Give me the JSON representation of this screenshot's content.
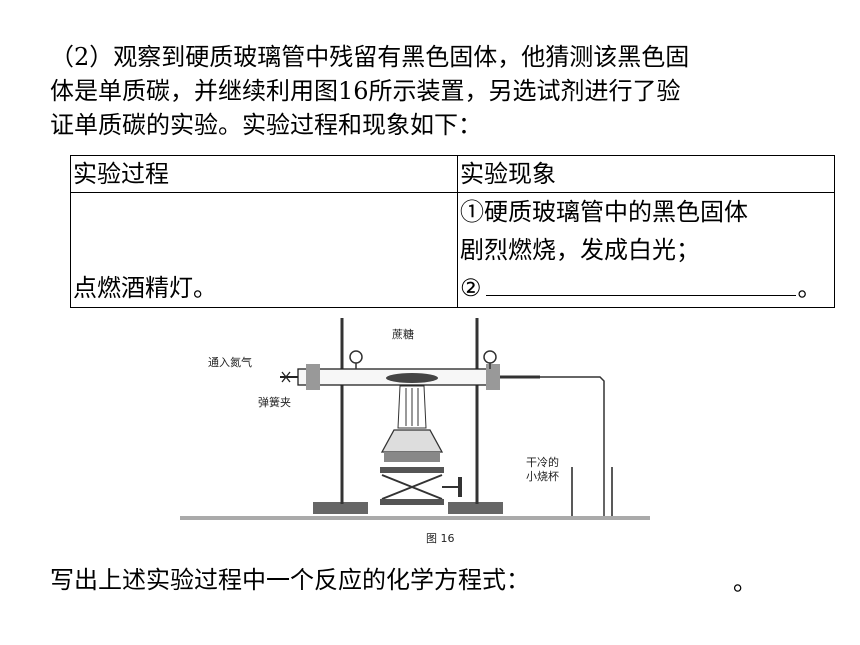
{
  "question": {
    "lines": [
      "（2）观察到硬质玻璃管中残留有黑色固体，他猜测该黑色固",
      "体是单质碳，并继续利用图16所示装置，另选试剂进行了验",
      "证单质碳的实验。实验过程和现象如下："
    ]
  },
  "table": {
    "headers": [
      "实验过程",
      "实验现象"
    ],
    "procedure": "点燃酒精灯。",
    "observation_lines": [
      "①硬质玻璃管中的黑色固体",
      "剧烈燃烧，发成白光；"
    ],
    "observation_blank_prefix": "②",
    "observation_blank_suffix": "。"
  },
  "figure": {
    "label_sugar": "蔗糖",
    "label_gas_in": "通入氮气",
    "label_clamp": "弹簧夹",
    "label_beaker_1": "干冷的",
    "label_beaker_2": "小烧杯",
    "caption": "图 16"
  },
  "prompt": {
    "text": "写出上述实验过程中一个反应的化学方程式：",
    "period": "。"
  }
}
